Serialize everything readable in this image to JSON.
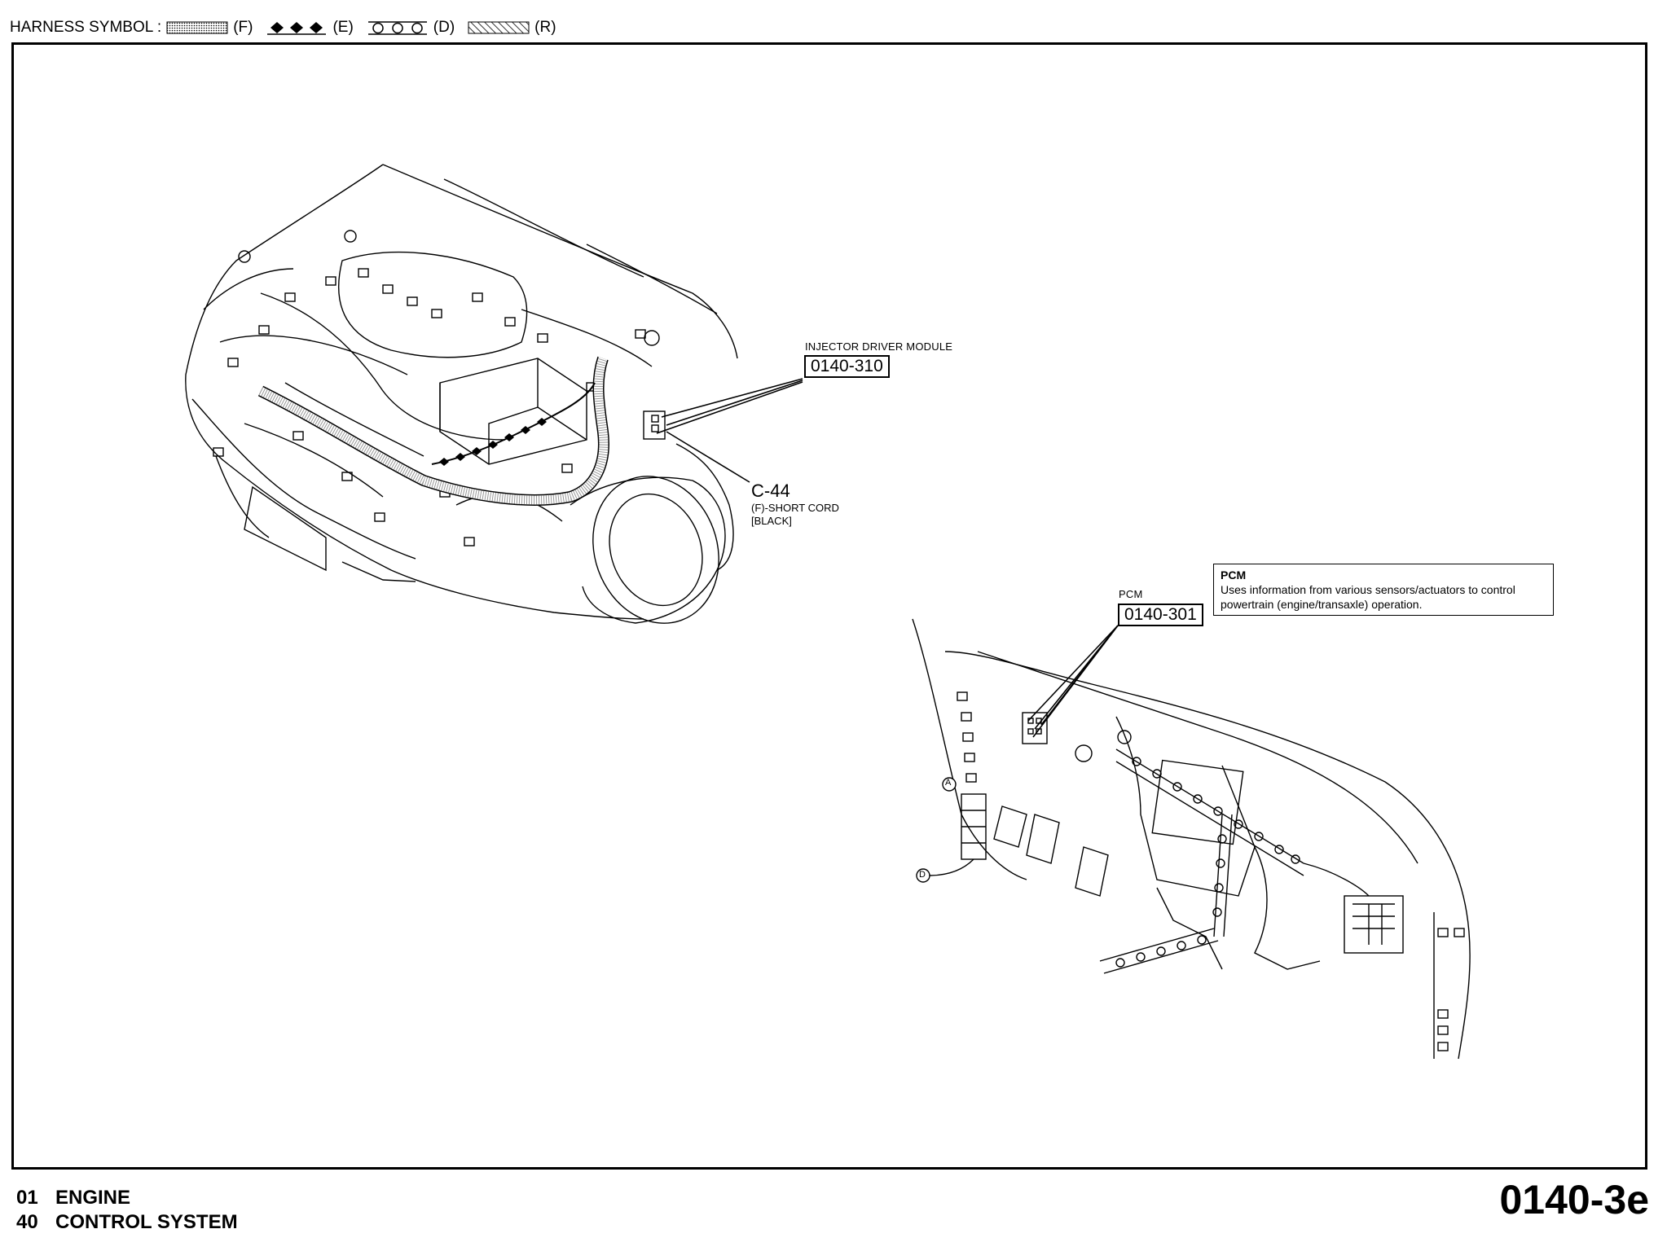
{
  "legend": {
    "title": "HARNESS SYMBOL :",
    "items": [
      {
        "code": "(F)",
        "pattern": "dotted-band"
      },
      {
        "code": "(E)",
        "pattern": "diamonds"
      },
      {
        "code": "(D)",
        "pattern": "circles"
      },
      {
        "code": "(R)",
        "pattern": "hatched-band"
      }
    ]
  },
  "callouts": {
    "injector": {
      "label": "INJECTOR DRIVER MODULE",
      "code": "0140-310"
    },
    "c44": {
      "code": "C-44",
      "line1": "(F)-SHORT CORD",
      "line2": "[BLACK]"
    },
    "pcm": {
      "label": "PCM",
      "code": "0140-301",
      "note_title": "PCM",
      "note_text": "Uses information from various sensors/actuators to control powertrain (engine/transaxle) operation."
    },
    "marker_a": "A",
    "marker_d": "D"
  },
  "footer": {
    "rows": [
      {
        "num": "01",
        "text": "ENGINE"
      },
      {
        "num": "40",
        "text": "CONTROL SYSTEM"
      }
    ],
    "page": "0140-3e"
  },
  "colors": {
    "ink": "#000000",
    "paper": "#ffffff",
    "harness_fill": "#bfbfbf"
  }
}
